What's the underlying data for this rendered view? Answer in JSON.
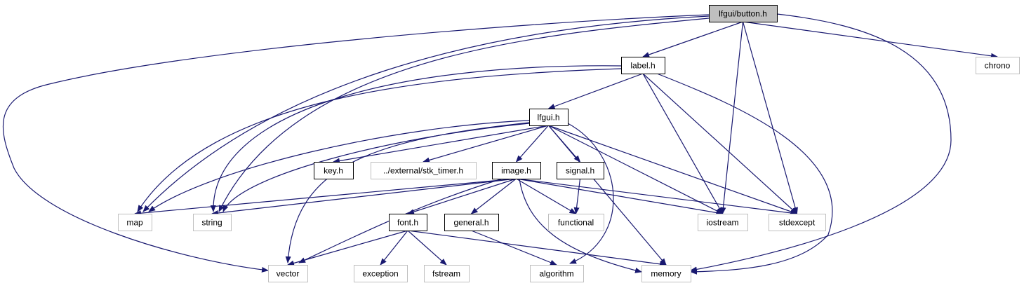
{
  "title": "lfgui/button.h",
  "colors": {
    "edge": "#191970",
    "root_fill": "#bfbfbf",
    "root_stroke": "#000000",
    "documented_fill": "#ffffff",
    "documented_stroke": "#000000",
    "external_stroke": "#bfbfbf",
    "background": "#ffffff"
  },
  "nodes": [
    {
      "id": "button",
      "label": "lfgui/button.h",
      "kind": "root"
    },
    {
      "id": "label",
      "label": "label.h",
      "kind": "documented"
    },
    {
      "id": "chrono",
      "label": "chrono",
      "kind": "external"
    },
    {
      "id": "lfgui",
      "label": "lfgui.h",
      "kind": "documented"
    },
    {
      "id": "key",
      "label": "key.h",
      "kind": "documented"
    },
    {
      "id": "stk_timer",
      "label": "../external/stk_timer.h",
      "kind": "external"
    },
    {
      "id": "image",
      "label": "image.h",
      "kind": "documented"
    },
    {
      "id": "signal",
      "label": "signal.h",
      "kind": "documented"
    },
    {
      "id": "map",
      "label": "map",
      "kind": "external"
    },
    {
      "id": "string",
      "label": "string",
      "kind": "external"
    },
    {
      "id": "font",
      "label": "font.h",
      "kind": "documented"
    },
    {
      "id": "general",
      "label": "general.h",
      "kind": "documented"
    },
    {
      "id": "functional",
      "label": "functional",
      "kind": "external"
    },
    {
      "id": "iostream",
      "label": "iostream",
      "kind": "external"
    },
    {
      "id": "stdexcept",
      "label": "stdexcept",
      "kind": "external"
    },
    {
      "id": "vector",
      "label": "vector",
      "kind": "external"
    },
    {
      "id": "exception",
      "label": "exception",
      "kind": "external"
    },
    {
      "id": "fstream",
      "label": "fstream",
      "kind": "external"
    },
    {
      "id": "algorithm",
      "label": "algorithm",
      "kind": "external"
    },
    {
      "id": "memory",
      "label": "memory",
      "kind": "external"
    }
  ],
  "edges": [
    {
      "from": "button",
      "to": "label"
    },
    {
      "from": "button",
      "to": "chrono"
    },
    {
      "from": "button",
      "to": "iostream"
    },
    {
      "from": "button",
      "to": "stdexcept"
    },
    {
      "from": "button",
      "to": "memory"
    },
    {
      "from": "button",
      "to": "map"
    },
    {
      "from": "button",
      "to": "string"
    },
    {
      "from": "button",
      "to": "vector"
    },
    {
      "from": "label",
      "to": "lfgui"
    },
    {
      "from": "label",
      "to": "map"
    },
    {
      "from": "label",
      "to": "string"
    },
    {
      "from": "label",
      "to": "iostream"
    },
    {
      "from": "label",
      "to": "stdexcept"
    },
    {
      "from": "label",
      "to": "memory"
    },
    {
      "from": "lfgui",
      "to": "key"
    },
    {
      "from": "lfgui",
      "to": "stk_timer"
    },
    {
      "from": "lfgui",
      "to": "image"
    },
    {
      "from": "lfgui",
      "to": "signal"
    },
    {
      "from": "lfgui",
      "to": "map"
    },
    {
      "from": "lfgui",
      "to": "string"
    },
    {
      "from": "lfgui",
      "to": "vector"
    },
    {
      "from": "lfgui",
      "to": "iostream"
    },
    {
      "from": "lfgui",
      "to": "stdexcept"
    },
    {
      "from": "lfgui",
      "to": "memory"
    },
    {
      "from": "lfgui",
      "to": "algorithm"
    },
    {
      "from": "image",
      "to": "map"
    },
    {
      "from": "image",
      "to": "string"
    },
    {
      "from": "image",
      "to": "font"
    },
    {
      "from": "image",
      "to": "general"
    },
    {
      "from": "image",
      "to": "functional"
    },
    {
      "from": "image",
      "to": "iostream"
    },
    {
      "from": "image",
      "to": "stdexcept"
    },
    {
      "from": "image",
      "to": "vector"
    },
    {
      "from": "image",
      "to": "memory"
    },
    {
      "from": "signal",
      "to": "functional"
    },
    {
      "from": "font",
      "to": "vector"
    },
    {
      "from": "font",
      "to": "exception"
    },
    {
      "from": "font",
      "to": "fstream"
    },
    {
      "from": "font",
      "to": "memory"
    },
    {
      "from": "general",
      "to": "algorithm"
    }
  ]
}
